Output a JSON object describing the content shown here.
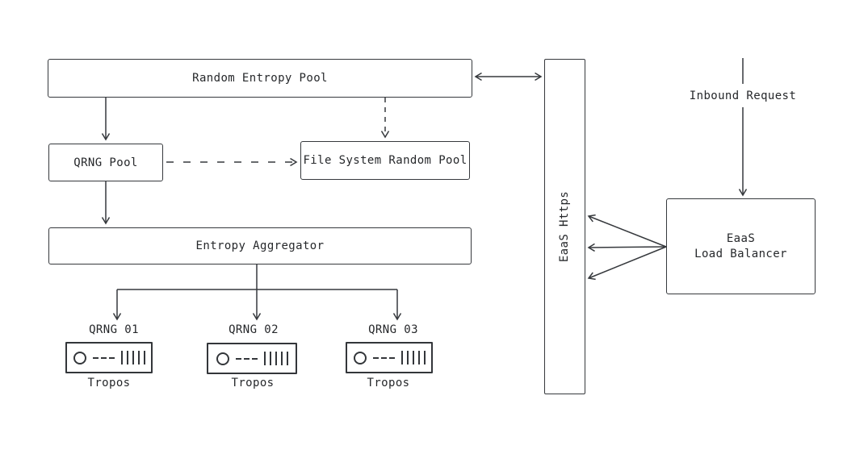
{
  "nodes": {
    "random_entropy_pool": {
      "label": "Random Entropy Pool"
    },
    "qrng_pool": {
      "label": "QRNG Pool"
    },
    "file_system_random_pool": {
      "label": "File System Random Pool"
    },
    "entropy_aggregator": {
      "label": "Entropy Aggregator"
    },
    "eaas_https": {
      "label": "EaaS Https"
    },
    "inbound_request": {
      "label": "Inbound Request"
    },
    "eaas_load_balancer": {
      "line1": "EaaS",
      "line2": "Load Balancer"
    },
    "qrng_devices": [
      {
        "label": "QRNG 01",
        "caption": "Tropos"
      },
      {
        "label": "QRNG 02",
        "caption": "Tropos"
      },
      {
        "label": "QRNG 03",
        "caption": "Tropos"
      }
    ]
  },
  "edges": [
    {
      "from": "random_entropy_pool",
      "to": "qrng_pool",
      "style": "solid",
      "direction": "down"
    },
    {
      "from": "random_entropy_pool",
      "to": "eaas_https",
      "style": "solid",
      "direction": "both"
    },
    {
      "from": "random_entropy_pool",
      "to": "file_system_random_pool",
      "style": "dashed",
      "direction": "down"
    },
    {
      "from": "qrng_pool",
      "to": "file_system_random_pool",
      "style": "dashed",
      "direction": "right"
    },
    {
      "from": "qrng_pool",
      "to": "entropy_aggregator",
      "style": "solid",
      "direction": "down"
    },
    {
      "from": "entropy_aggregator",
      "to": "qrng_01",
      "style": "solid",
      "direction": "down"
    },
    {
      "from": "entropy_aggregator",
      "to": "qrng_02",
      "style": "solid",
      "direction": "down"
    },
    {
      "from": "entropy_aggregator",
      "to": "qrng_03",
      "style": "solid",
      "direction": "down"
    },
    {
      "from": "inbound_request",
      "to": "eaas_load_balancer",
      "style": "solid",
      "direction": "down"
    },
    {
      "from": "eaas_load_balancer",
      "to": "eaas_https",
      "style": "solid",
      "direction": "left",
      "count": 3
    }
  ],
  "colors": {
    "stroke": "#36393d",
    "text": "#26282b",
    "background": "#ffffff"
  }
}
